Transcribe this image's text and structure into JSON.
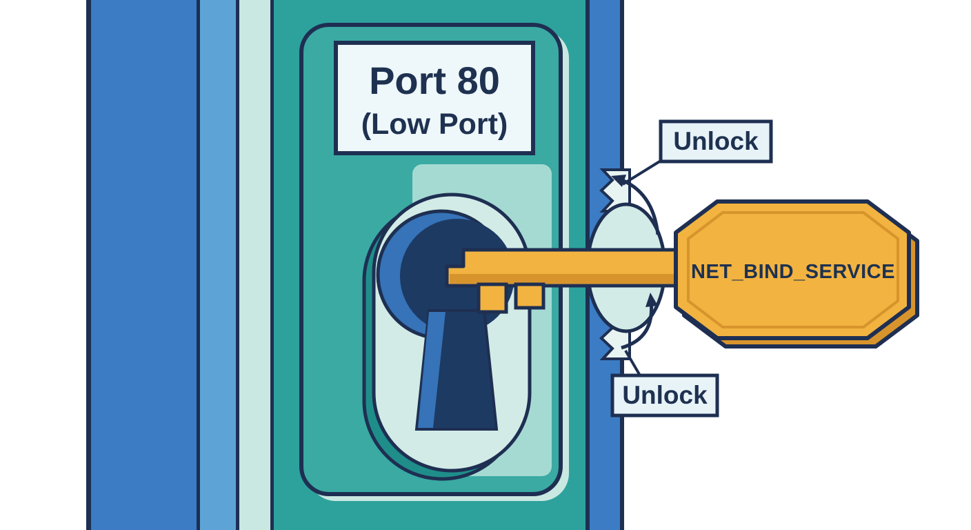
{
  "figure": {
    "plaque": {
      "title": "Port 80",
      "subtitle": "(Low Port)"
    },
    "key_label": "NET_BIND_SERVICE",
    "callout_top": "Unlock",
    "callout_bottom": "Unlock"
  },
  "colors": {
    "outline_navy": "#1e2f52",
    "door_blue": "#3b7cc4",
    "door_light_blue": "#5ea3d6",
    "door_mint": "#c9e8e1",
    "door_teal": "#2da29c",
    "panel_teal": "#3aaaa3",
    "escutcheon": "#d2ebe6",
    "keyhole_navy": "#1d3a63",
    "keyhole_blue": "#3673b8",
    "key_gold": "#f2b340",
    "key_gold_dark": "#d8942c",
    "callout_background": "#e8f3f8",
    "text_navy": "#1e3150"
  }
}
